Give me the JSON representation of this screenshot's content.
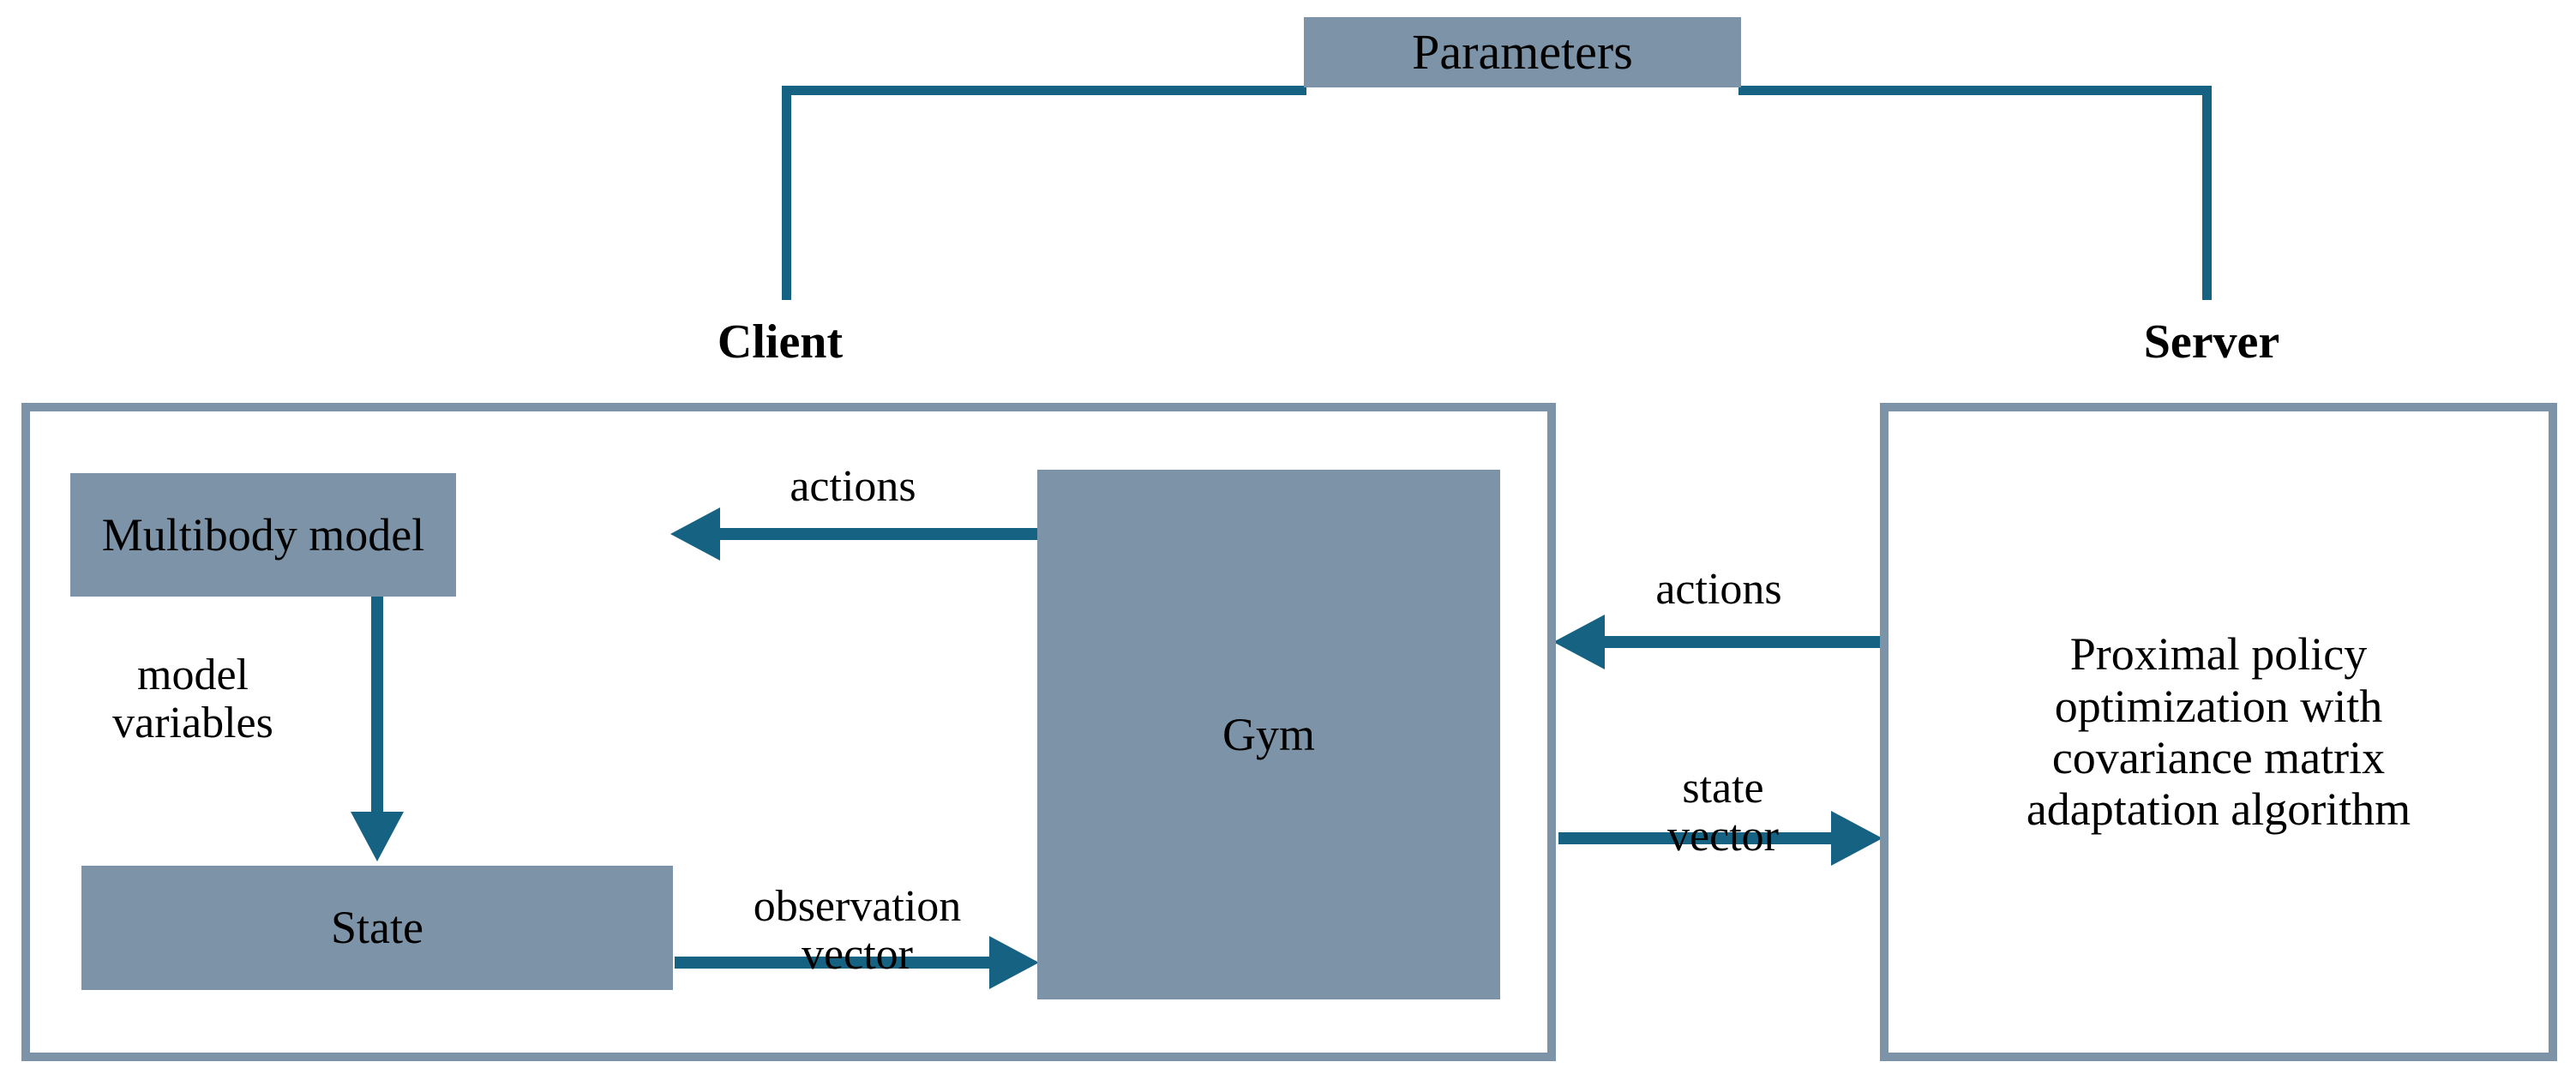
{
  "diagram": {
    "title_blocks": {
      "parameters": "Parameters"
    },
    "groups": {
      "client": "Client",
      "server": "Server"
    },
    "nodes": {
      "multibody_model": "Multibody model",
      "state": "State",
      "gym": "Gym",
      "server_algorithm": "Proximal policy\noptimization with\ncovariance matrix\nadaptation algorithm"
    },
    "edge_labels": {
      "actions_client": "actions",
      "model_variables": "model\nvariables",
      "observation_vector": "observation\nvector",
      "actions_server": "actions",
      "state_vector": "state\nvector"
    },
    "colors": {
      "block_fill": "#7d93a8",
      "connector": "#166283",
      "text": "#000000",
      "background": "#ffffff"
    }
  }
}
